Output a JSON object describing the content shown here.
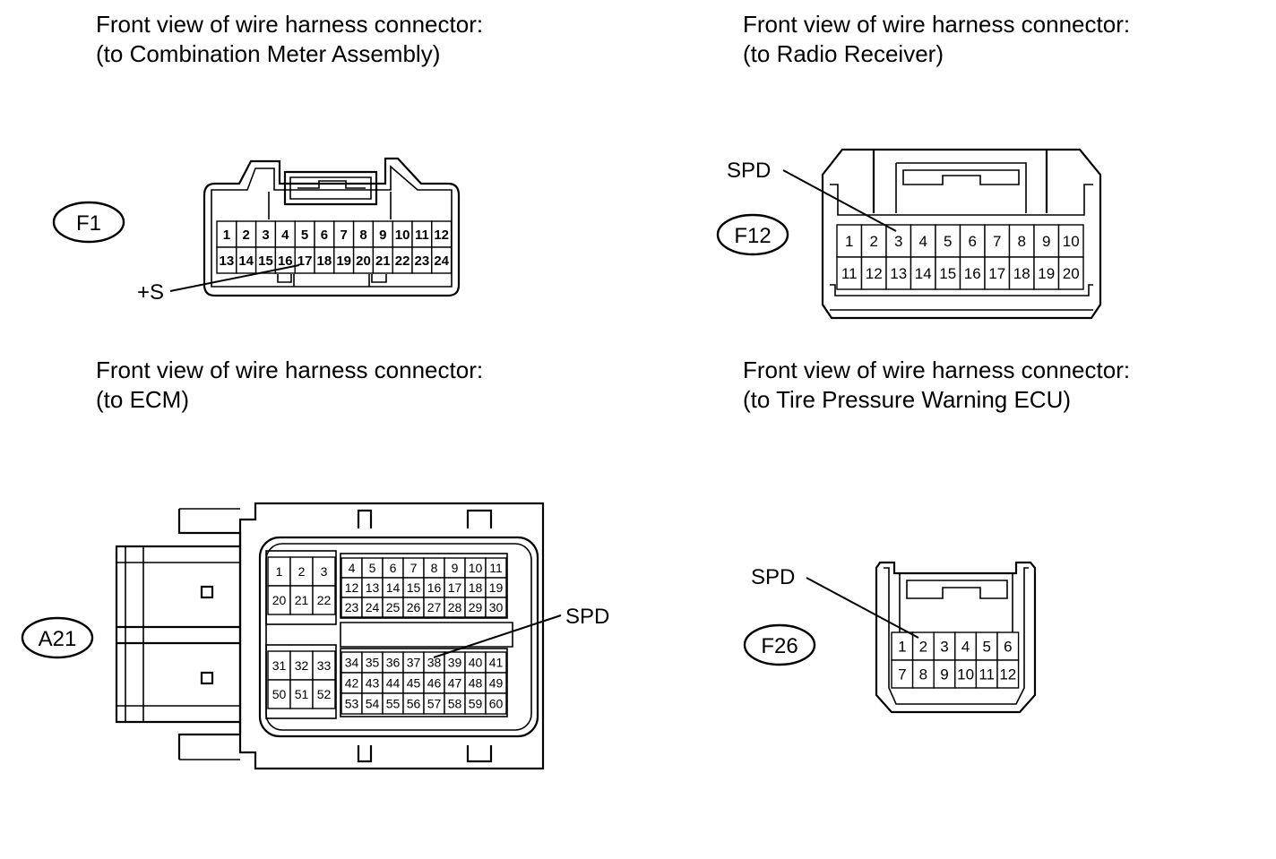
{
  "connectors": [
    {
      "code": "F1",
      "title_line1": "Front view of wire harness connector:",
      "title_line2": "(to Combination Meter Assembly)",
      "pin_label": "+S",
      "pins_row1": [
        "1",
        "2",
        "3",
        "4",
        "5",
        "6",
        "7",
        "8",
        "9",
        "10",
        "11",
        "12"
      ],
      "pins_row2": [
        "13",
        "14",
        "15",
        "16",
        "17",
        "18",
        "19",
        "20",
        "21",
        "22",
        "23",
        "24"
      ]
    },
    {
      "code": "F12",
      "title_line1": "Front view of wire harness connector:",
      "title_line2": "(to Radio Receiver)",
      "pin_label": "SPD",
      "pins_row1": [
        "1",
        "2",
        "3",
        "4",
        "5",
        "6",
        "7",
        "8",
        "9",
        "10"
      ],
      "pins_row2": [
        "11",
        "12",
        "13",
        "14",
        "15",
        "16",
        "17",
        "18",
        "19",
        "20"
      ]
    },
    {
      "code": "A21",
      "title_line1": "Front view of wire harness connector:",
      "title_line2": "(to ECM)",
      "pin_label": "SPD",
      "left_top": [
        [
          "1",
          "2",
          "3"
        ],
        [
          "20",
          "21",
          "22"
        ]
      ],
      "right_top": [
        [
          "4",
          "5",
          "6",
          "7",
          "8",
          "9",
          "10",
          "11"
        ],
        [
          "12",
          "13",
          "14",
          "15",
          "16",
          "17",
          "18",
          "19"
        ],
        [
          "23",
          "24",
          "25",
          "26",
          "27",
          "28",
          "29",
          "30"
        ]
      ],
      "left_bottom": [
        [
          "31",
          "32",
          "33"
        ],
        [
          "50",
          "51",
          "52"
        ]
      ],
      "right_bottom": [
        [
          "34",
          "35",
          "36",
          "37",
          "38",
          "39",
          "40",
          "41"
        ],
        [
          "42",
          "43",
          "44",
          "45",
          "46",
          "47",
          "48",
          "49"
        ],
        [
          "53",
          "54",
          "55",
          "56",
          "57",
          "58",
          "59",
          "60"
        ]
      ]
    },
    {
      "code": "F26",
      "title_line1": "Front view of wire harness connector:",
      "title_line2": "(to Tire Pressure Warning ECU)",
      "pin_label": "SPD",
      "pins_row1": [
        "1",
        "2",
        "3",
        "4",
        "5",
        "6"
      ],
      "pins_row2": [
        "7",
        "8",
        "9",
        "10",
        "11",
        "12"
      ]
    }
  ]
}
